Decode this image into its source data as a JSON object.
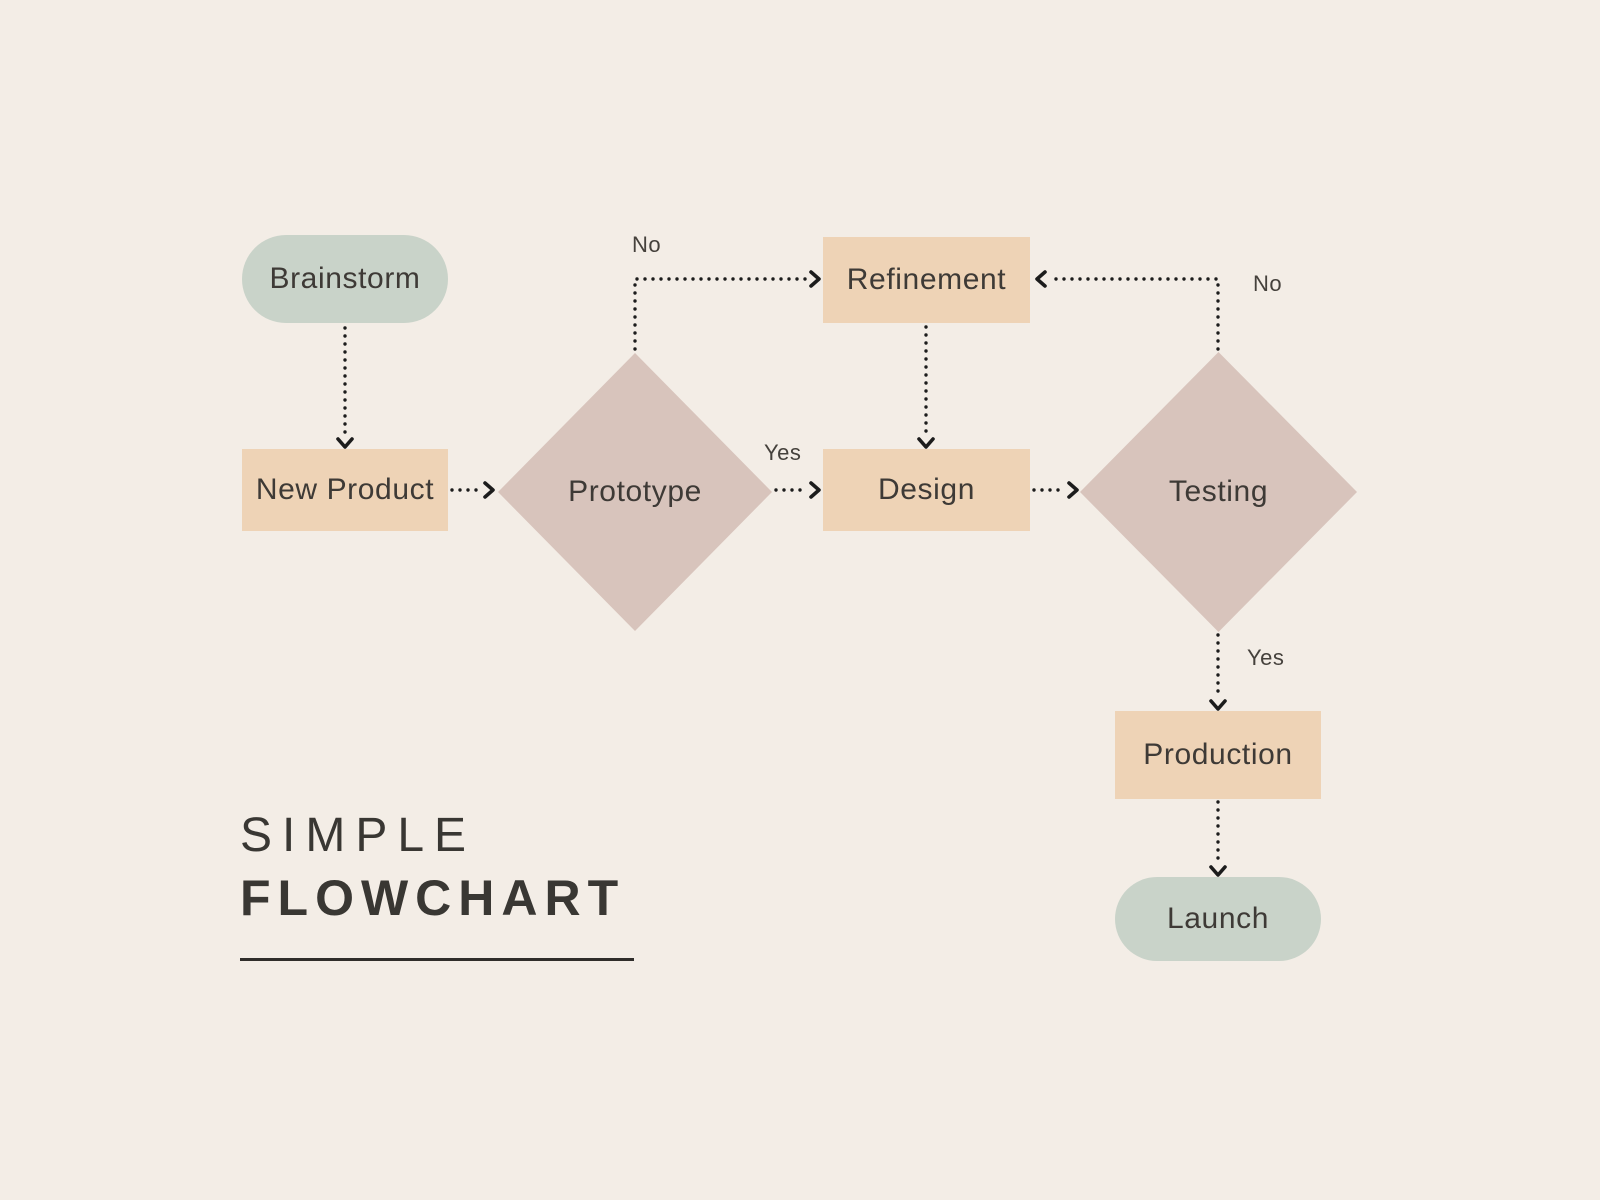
{
  "title": {
    "line1": "SIMPLE",
    "line2": "FLOWCHART"
  },
  "nodes": {
    "brainstorm": {
      "label": "Brainstorm",
      "type": "terminal"
    },
    "new_product": {
      "label": "New Product",
      "type": "process"
    },
    "prototype": {
      "label": "Prototype",
      "type": "decision"
    },
    "refinement": {
      "label": "Refinement",
      "type": "process"
    },
    "design": {
      "label": "Design",
      "type": "process"
    },
    "testing": {
      "label": "Testing",
      "type": "decision"
    },
    "production": {
      "label": "Production",
      "type": "process"
    },
    "launch": {
      "label": "Launch",
      "type": "terminal"
    }
  },
  "edge_labels": {
    "prototype_no": "No",
    "prototype_yes": "Yes",
    "testing_no": "No",
    "testing_yes": "Yes"
  },
  "colors": {
    "background": "#f3ede6",
    "terminal_fill": "#c9d3c9",
    "process_fill": "#eed3b6",
    "decision_fill": "#d8c4bc",
    "node_text": "#3e3a36",
    "connector": "#1c1c1c",
    "title_text": "#393733"
  }
}
